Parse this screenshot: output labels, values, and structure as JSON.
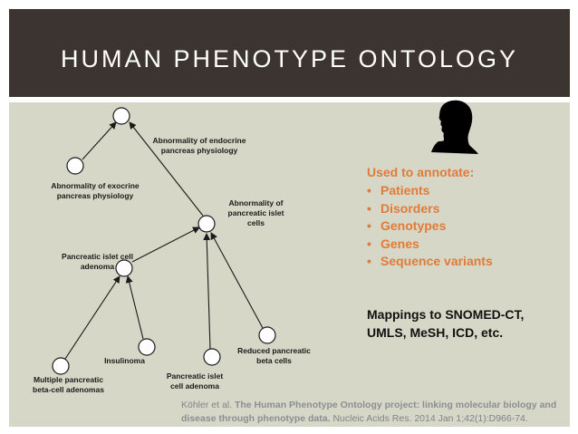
{
  "header": {
    "title": "HUMAN PHENOTYPE ONTOLOGY"
  },
  "diagram": {
    "labels": {
      "endocrine": [
        "Abnormality of endocrine",
        "pancreas physiology"
      ],
      "exocrine": [
        "Abnormality of exocrine",
        "pancreas physiology"
      ],
      "islet_cells": [
        "Abnormality of",
        "pancreatic islet",
        "cells"
      ],
      "islet_adenoma": [
        "Pancreatic islet cell",
        "adenoma"
      ],
      "multiple": [
        "Multiple pancreatic",
        "beta-cell adenomas"
      ],
      "insulinoma": [
        "Insulinoma"
      ],
      "islet_cell_adenoma": [
        "Pancreatic islet",
        "cell adenoma"
      ],
      "reduced": [
        "Reduced pancreatic",
        "beta cells"
      ]
    },
    "icons": {
      "person": "human-head-silhouette-icon"
    },
    "colors": {
      "node_fill": "#ffffff",
      "node_stroke": "#1a1a1a",
      "edge": "#1a1a1a"
    }
  },
  "annotations": {
    "title": "Used to annotate:",
    "bullet": "•",
    "items": [
      "Patients",
      "Disorders",
      "Genotypes",
      "Genes",
      "Sequence variants"
    ],
    "color": "#e07b3a"
  },
  "mappings": {
    "line1": "Mappings to SNOMED-CT,",
    "line2": "UMLS, MeSH, ICD, etc."
  },
  "citation": {
    "authors": "Köhler et al. ",
    "title": "The Human Phenotype Ontology project: linking molecular biology and disease through phenotype data.",
    "rest": " Nucleic Acids Res. 2014 Jan 1;42(1):D966-74."
  }
}
